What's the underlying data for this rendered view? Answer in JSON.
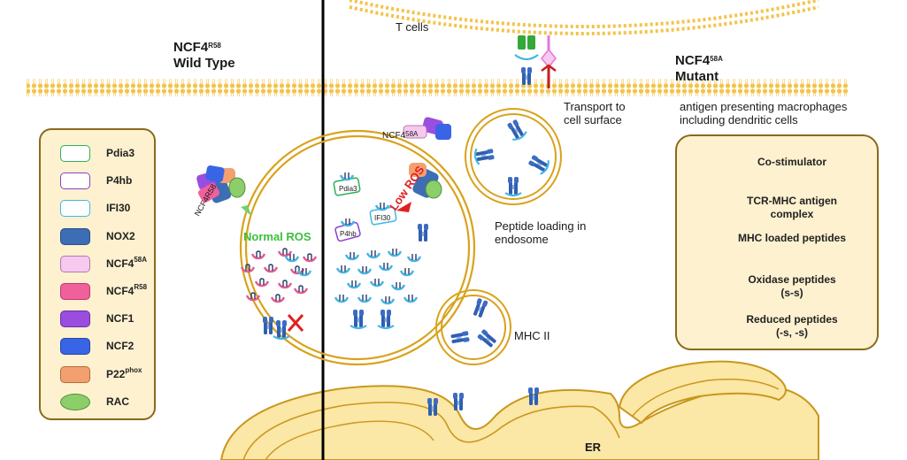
{
  "labels": {
    "wild_type_name": "NCF4",
    "wild_type_sup": "R58",
    "wild_type_sub": "Wild Type",
    "mutant_name": "NCF4",
    "mutant_sup": "58A",
    "mutant_sub": "Mutant",
    "t_cells": "T cells",
    "transport": "Transport to\ncell surface",
    "apc": "antigen presenting macrophages\nincluding dendritic cells",
    "normal_ros": "Normal ROS",
    "low_ros": "Low ROS",
    "peptide_loading": "Peptide loading in\nendosome",
    "mhc_ii": "MHC II",
    "er": "ER",
    "ncf4_left_tag": "NCF4R58",
    "ncf4_right_tag_name": "NCF4",
    "ncf4_right_tag_sup": "58A",
    "pdia3_tag": "Pdia3",
    "p4hb_tag": "P4hb",
    "ifi30_tag": "IFI30"
  },
  "legend_left": [
    {
      "label": "Pdia3",
      "sup": "",
      "fill": "#ffffff",
      "stroke": "#2fae5a"
    },
    {
      "label": "P4hb",
      "sup": "",
      "fill": "#ffffff",
      "stroke": "#8a3fd1"
    },
    {
      "label": "IFI30",
      "sup": "",
      "fill": "#ffffff",
      "stroke": "#3fb8e6"
    },
    {
      "label": "NOX2",
      "sup": "",
      "fill": "#3d6db5",
      "stroke": "#2a4f8a"
    },
    {
      "label": "NCF4",
      "sup": "58A",
      "fill": "#f7c9ef",
      "stroke": "#b07ab0"
    },
    {
      "label": "NCF4",
      "sup": "R58",
      "fill": "#f0609a",
      "stroke": "#b83a72"
    },
    {
      "label": "NCF1",
      "sup": "",
      "fill": "#9a4ee0",
      "stroke": "#6b2fa8"
    },
    {
      "label": "NCF2",
      "sup": "",
      "fill": "#3a64e6",
      "stroke": "#2744a8"
    },
    {
      "label": "P22",
      "sup": "phox",
      "fill": "#f3a070",
      "stroke": "#b8683a"
    },
    {
      "label": "RAC",
      "sup": "",
      "fill": "#8ccf6a",
      "stroke": "#4f8f3a"
    }
  ],
  "legend_right": [
    {
      "label": "Co-stimulator"
    },
    {
      "label": "TCR-MHC antigen\ncomplex"
    },
    {
      "label": "MHC loaded peptides"
    },
    {
      "label": "Oxidase peptides\n(s-s)"
    },
    {
      "label": "Reduced peptides\n(-s, -s)"
    }
  ],
  "colors": {
    "membrane": "#f4c34a",
    "membrane_dark": "#d9a21c",
    "er_fill": "#fbe7a6",
    "er_stroke": "#c9971c",
    "mhc": "#2f5fb0",
    "peptide_reduced": "#45b4e4",
    "peptide_oxidized": "#e45a92",
    "normal_ros_text": "#3bbf3b",
    "low_ros_text": "#e02020",
    "costim": "#c81e1e",
    "tcr": "#35a83a"
  }
}
